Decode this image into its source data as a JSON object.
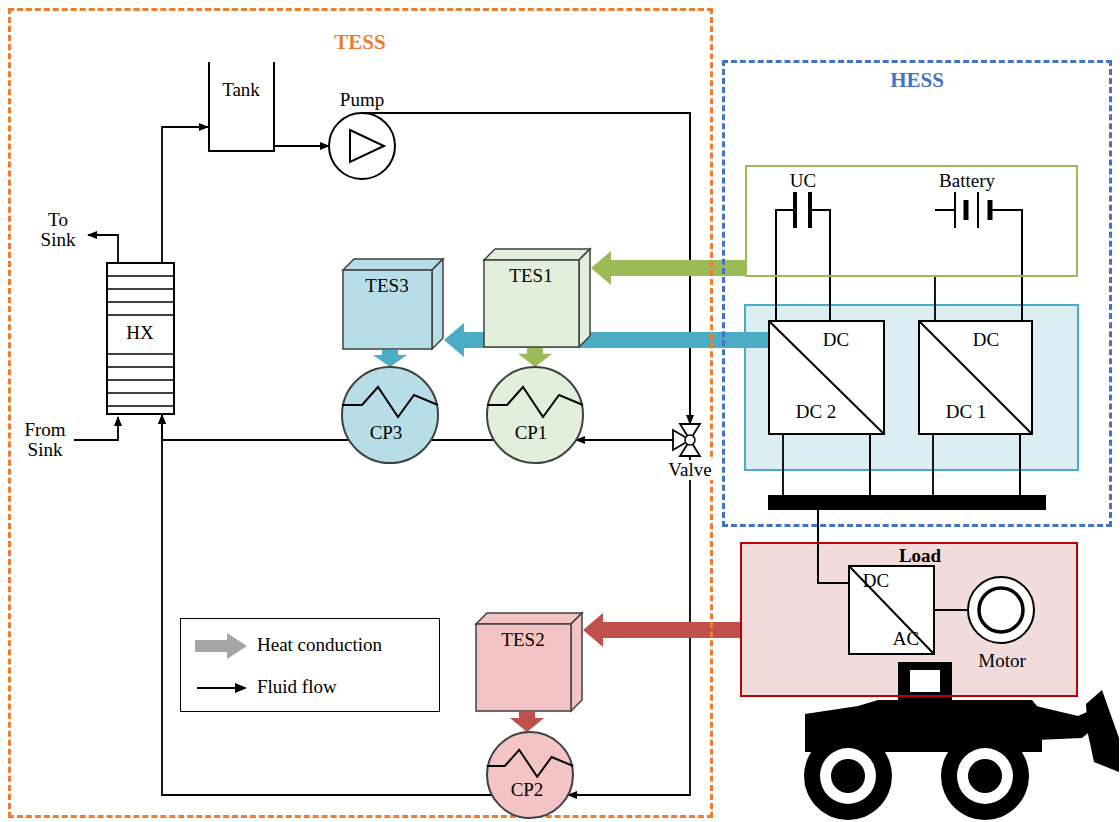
{
  "diagram": {
    "nodes": [
      {
        "text": [
          "TESS"
        ]
      },
      {
        "text": [
          "Tank"
        ],
        "in": 0
      },
      {
        "text": [
          "Pump"
        ],
        "in": 0
      },
      {
        "text": [
          "HX"
        ],
        "in": 0
      },
      {
        "text": [
          "TES3"
        ],
        "in": 0
      },
      {
        "text": [
          "TES1"
        ],
        "in": 0
      },
      {
        "text": [
          "CP3"
        ],
        "in": 0
      },
      {
        "text": [
          "CP1"
        ],
        "in": 0
      },
      {
        "text": [
          "Valve"
        ],
        "in": 0
      },
      {
        "text": [
          "TES2"
        ],
        "in": 0
      },
      {
        "text": [
          "CP2"
        ],
        "in": 0
      },
      {
        "text": [
          "HESS"
        ]
      },
      {
        "text": [
          "UC",
          "Battery"
        ],
        "in": 11
      },
      {
        "text": [
          "DC",
          "DC 2"
        ],
        "in": 11
      },
      {
        "text": [
          "DC",
          "DC 1"
        ],
        "in": 11
      },
      {
        "text": [
          "Load"
        ]
      },
      {
        "text": [
          "DC",
          "AC"
        ],
        "in": 15
      },
      {
        "text": [
          "Motor"
        ],
        "in": 15
      }
    ],
    "edges": [
      {
        "from": 3,
        "to": 1,
        "arrow": "to"
      },
      {
        "from": 1,
        "to": 2,
        "arrow": "to"
      },
      {
        "from": 2,
        "to": 8,
        "arrow": "to"
      },
      {
        "from": 2,
        "to": 10,
        "arrow": "to"
      },
      {
        "from": 8,
        "to": 7,
        "arrow": "to"
      },
      {
        "from": 7,
        "to": 6,
        "arrow": "none"
      },
      {
        "from": 6,
        "to": 3,
        "arrow": "to"
      },
      {
        "from": 10,
        "to": 3,
        "arrow": "to"
      },
      {
        "from": 12,
        "to": 5,
        "arrow": "to"
      },
      {
        "from": 13,
        "to": 4,
        "arrow": "to"
      },
      {
        "from": 5,
        "to": 7,
        "arrow": "to"
      },
      {
        "from": 4,
        "to": 6,
        "arrow": "to"
      },
      {
        "from": 15,
        "to": 9,
        "arrow": "to"
      },
      {
        "from": 9,
        "to": 10,
        "arrow": "to"
      },
      {
        "from": 12,
        "to": 13,
        "arrow": "none"
      },
      {
        "from": 12,
        "to": 14,
        "arrow": "none"
      },
      {
        "from": 13,
        "to": 16,
        "arrow": "none"
      },
      {
        "from": 14,
        "to": 16,
        "arrow": "none"
      },
      {
        "from": 16,
        "to": 17,
        "arrow": "none"
      }
    ],
    "labels": [
      "To Sink",
      "From Sink"
    ],
    "legend": [
      {
        "text": "Heat conduction"
      },
      {
        "text": "Fluid flow"
      }
    ]
  }
}
